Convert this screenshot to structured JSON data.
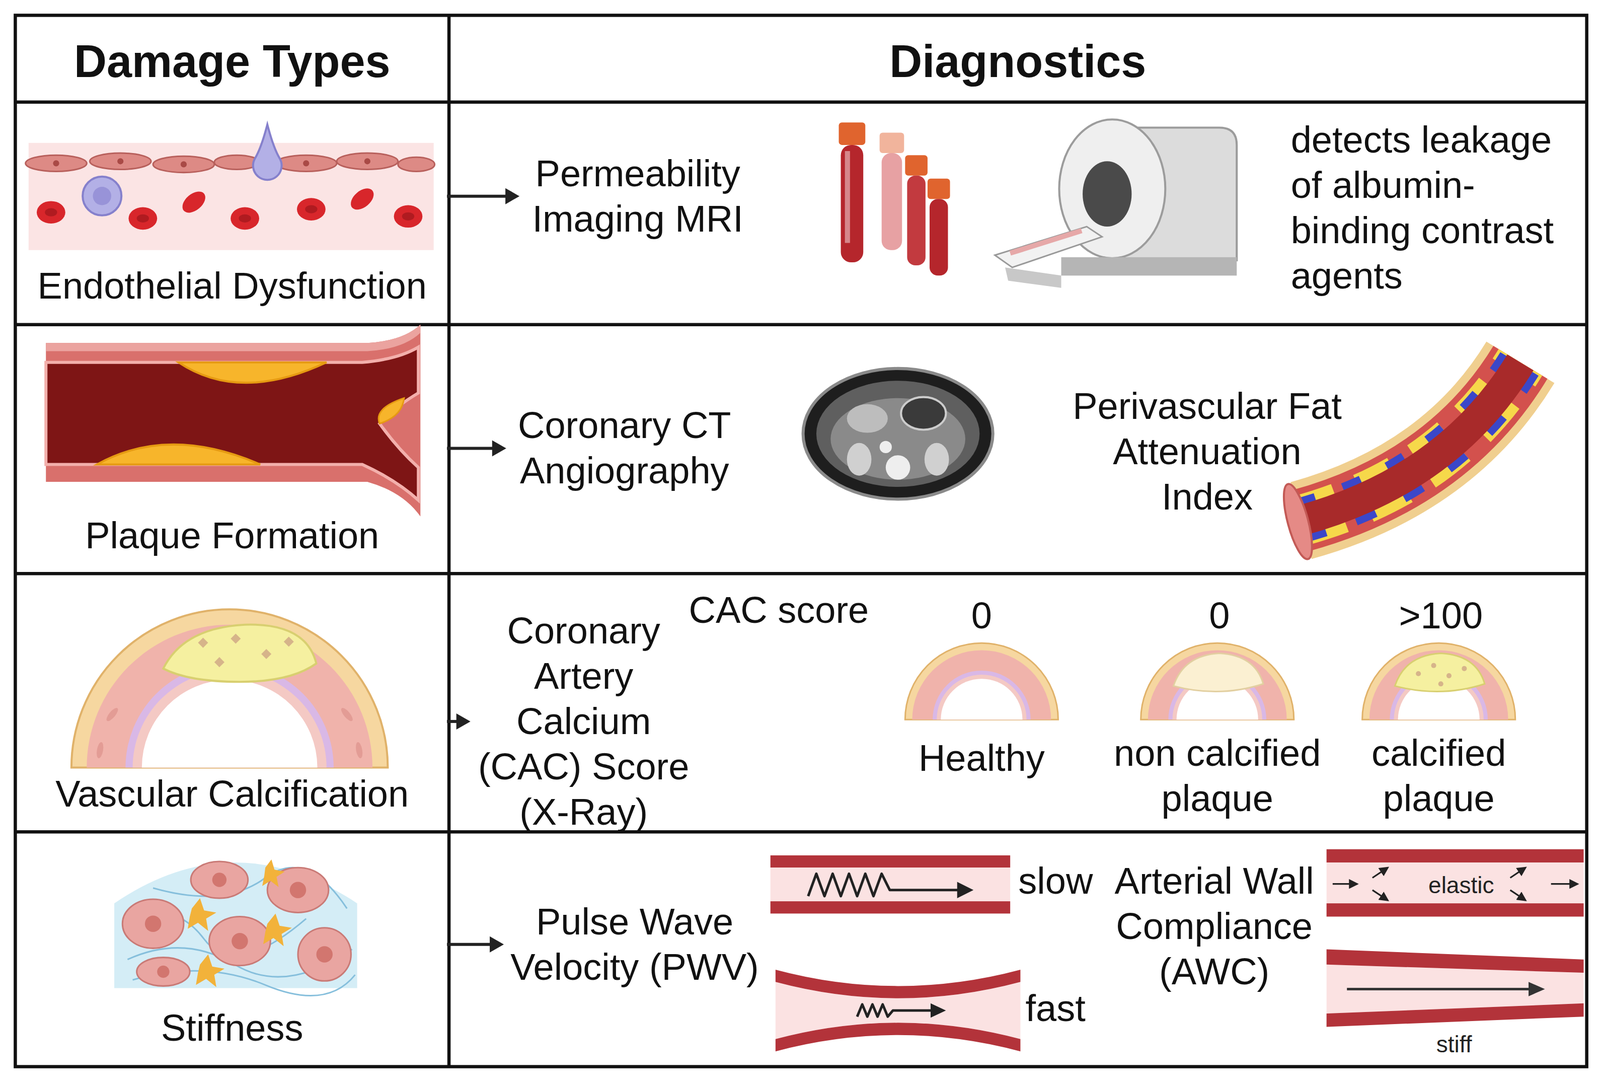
{
  "diagram": {
    "nodes": [
      {
        "text": [
          "Damage Types"
        ]
      },
      {
        "text": [
          "Diagnostics"
        ]
      },
      {
        "text": [
          "Endothelial Dysfunction"
        ]
      },
      {
        "text": [
          "Permeability Imaging MRI"
        ]
      },
      {
        "text": [
          "Plaque Formation"
        ]
      },
      {
        "text": [
          "Coronary CT Angiography"
        ]
      },
      {
        "text": [
          "Vascular Calcification"
        ]
      },
      {
        "text": [
          "Coronary Artery Calcium (CAC) Score (X-Ray)"
        ]
      },
      {
        "text": [
          "Stiffness"
        ]
      },
      {
        "text": [
          "Pulse Wave Velocity (PWV)"
        ]
      }
    ],
    "edges": [
      {
        "from": 2,
        "to": 3,
        "arrow": "to"
      },
      {
        "from": 4,
        "to": 5,
        "arrow": "to"
      },
      {
        "from": 6,
        "to": 7,
        "arrow": "to"
      },
      {
        "from": 8,
        "to": 9,
        "arrow": "to"
      }
    ],
    "labels": [
      "detects leakage of albumin-binding contrast agents",
      "Perivascular Fat Attenuation Index",
      "CAC score",
      "0",
      "0",
      ">100",
      "Healthy",
      "non calcified plaque",
      "calcified plaque",
      "slow",
      "fast",
      "Arterial Wall Compliance (AWC)",
      "elastic",
      "stiff"
    ]
  }
}
